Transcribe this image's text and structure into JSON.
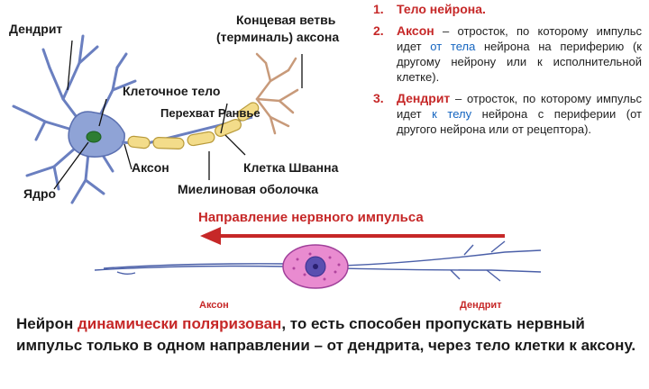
{
  "labels": {
    "dendrite": "Дендрит",
    "terminal_line1": "Концевая ветвь",
    "terminal_line2": "(терминаль) аксона",
    "cell_body": "Клеточное тело",
    "node_ranvier": "Перехват Ранвье",
    "axon": "Аксон",
    "schwann": "Клетка Шванна",
    "nucleus": "Ядро",
    "myelin": "Миелиновая оболочка"
  },
  "list": [
    {
      "num": "1.",
      "term": "Тело нейрона.",
      "pre": "",
      "highlight": "",
      "post": ""
    },
    {
      "num": "2.",
      "term": "Аксон",
      "pre": " – отросток, по которому импульс идет ",
      "highlight": "от тела",
      "post": " нейрона на периферию (к другому нейрону или к исполнительной клетке)."
    },
    {
      "num": "3.",
      "term": "Дендрит",
      "pre": " – отросток, по которому импульс идет ",
      "highlight": "к телу",
      "post": " нейрона с периферии (от другого нейрона или от рецептора)."
    }
  ],
  "direction": {
    "label": "Направление нервного импульса",
    "axon_label": "Аксон",
    "dendrite_label": "Дендрит"
  },
  "bottom": {
    "part1": "Нейрон ",
    "highlight": "динамически поляризован",
    "part2": ", то есть способен пропускать нервный импульс только в одном направлении – от дендрита, через тело клетки к аксону."
  },
  "colors": {
    "accent_red": "#c62828",
    "accent_blue": "#1565c0",
    "neuron_body": "#8fa3d6",
    "myelin": "#f3dc8a",
    "terminal": "#c89a7a",
    "soma_pink": "#e98bd0"
  }
}
